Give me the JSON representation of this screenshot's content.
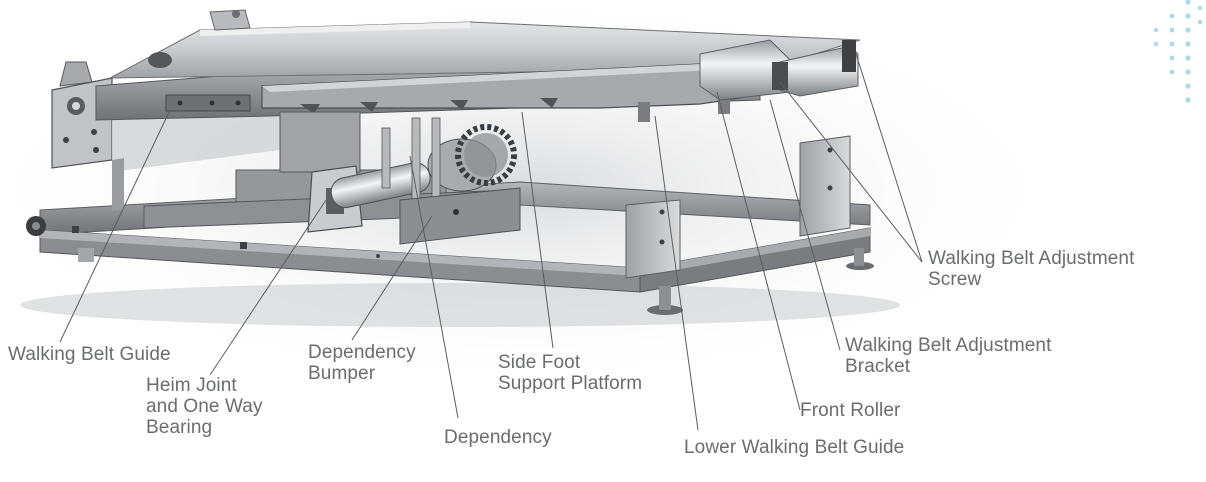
{
  "labels": {
    "walking_belt_guide": "Walking Belt Guide",
    "heim_joint": "Heim Joint\nand One Way\nBearing",
    "dependency_bumper": "Dependency\nBumper",
    "dependency": "Dependency",
    "side_foot_support_platform": "Side Foot\nSupport Platform",
    "lower_walking_belt_guide": "Lower Walking Belt Guide",
    "front_roller": "Front Roller",
    "walking_belt_adjustment_bracket": "Walking Belt Adjustment\nBracket",
    "walking_belt_adjustment_screw": "Walking Belt Adjustment\nScrew"
  },
  "colors": {
    "label_text": "#6a6c70",
    "leader_line": "#5b5d60",
    "frame_metal": "#8e9093",
    "belt_metal": "#b9bbbe",
    "accent_dots": "#a8dbe6"
  }
}
